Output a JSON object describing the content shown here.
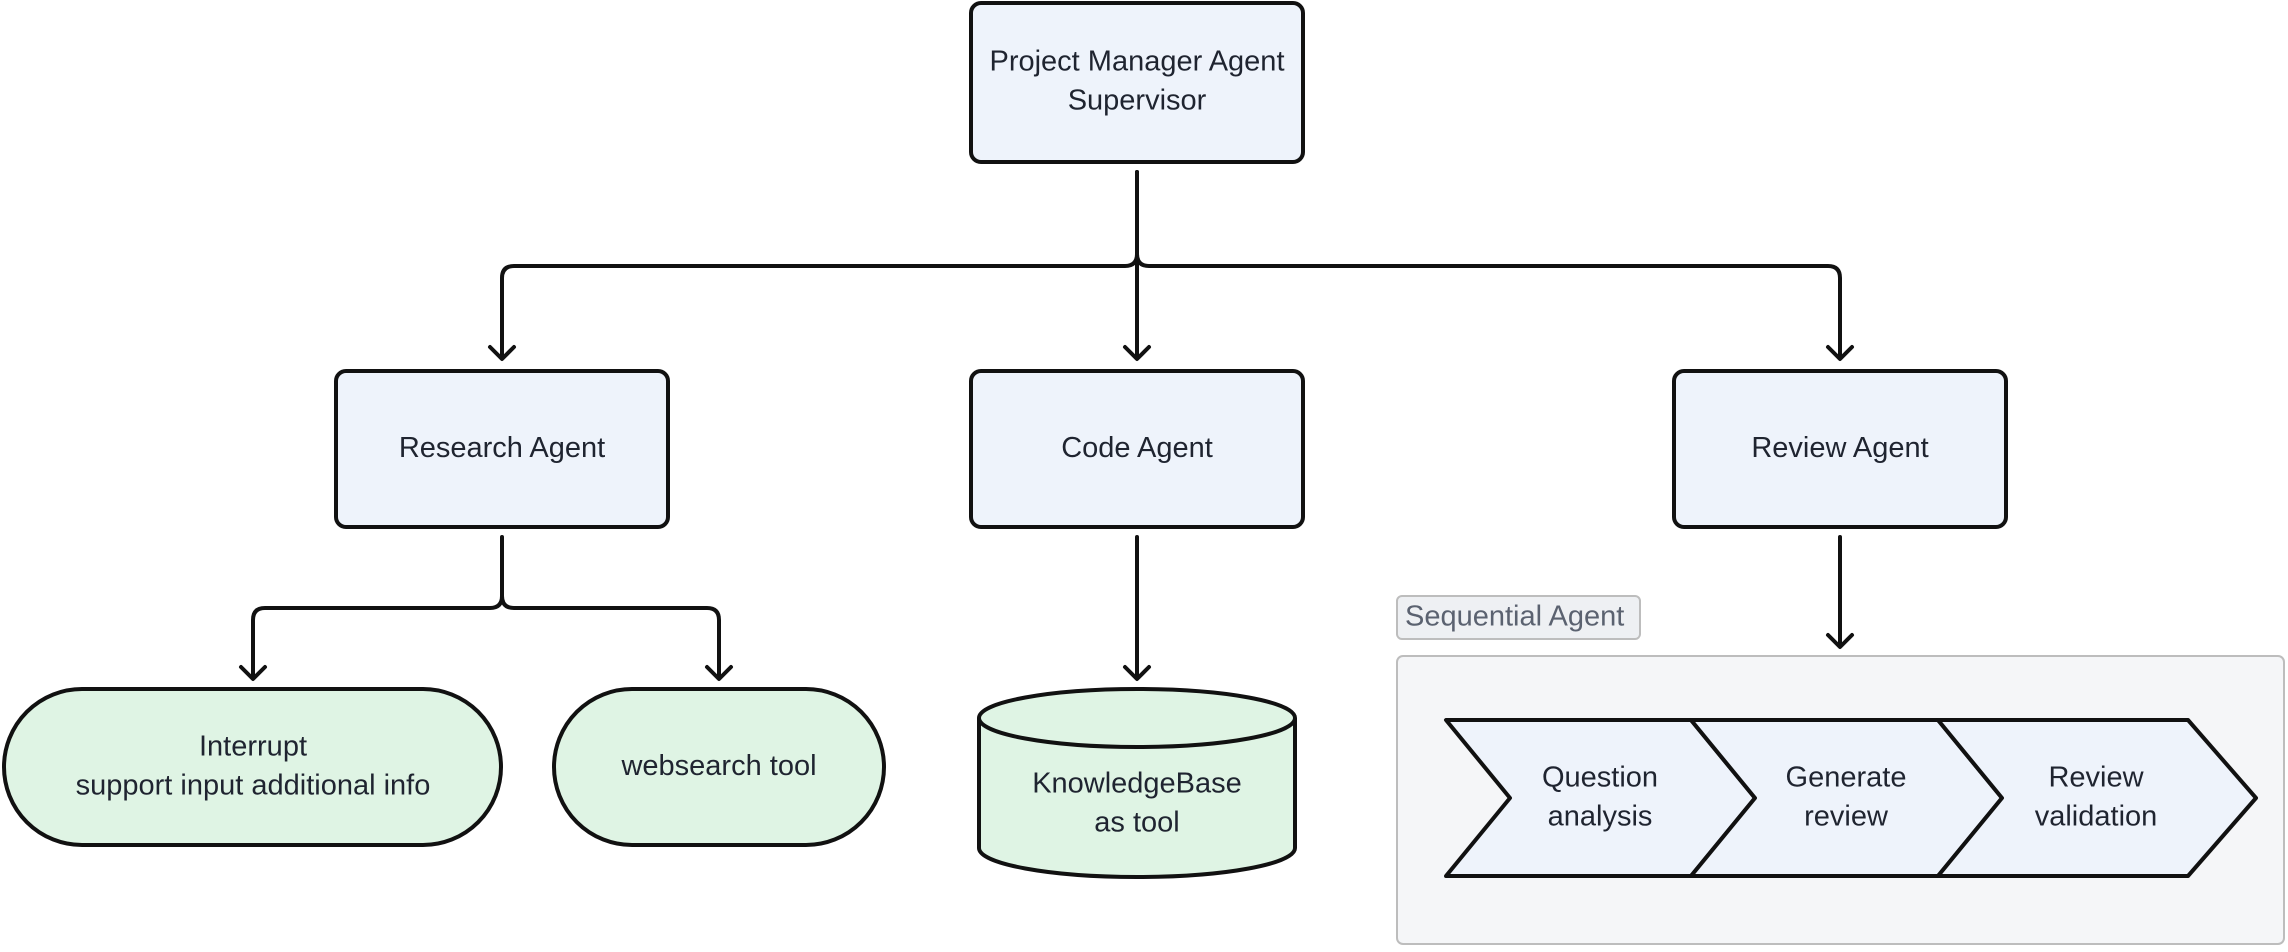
{
  "nodes": {
    "supervisor": {
      "lines": [
        "Project Manager Agent",
        "Supervisor"
      ]
    },
    "research": {
      "lines": [
        "Research Agent"
      ]
    },
    "code": {
      "lines": [
        "Code Agent"
      ]
    },
    "review": {
      "lines": [
        "Review Agent"
      ]
    },
    "interrupt": {
      "lines": [
        "Interrupt",
        "support input additional info"
      ]
    },
    "websearch": {
      "lines": [
        "websearch tool"
      ]
    },
    "knowledgebase": {
      "lines": [
        "KnowledgeBase",
        "as tool"
      ]
    }
  },
  "sequential_group": {
    "label": "Sequential Agent",
    "steps": [
      {
        "lines": [
          "Question",
          "analysis"
        ]
      },
      {
        "lines": [
          "Generate",
          "review"
        ]
      },
      {
        "lines": [
          "Review",
          "validation"
        ]
      }
    ]
  },
  "colors": {
    "agent_fill": "#eef3fb",
    "tool_fill": "#dff4e4",
    "stroke": "#111111",
    "group_fill": "#f5f6f8",
    "group_border": "#bdbdbd",
    "group_label": "#5b6270"
  }
}
